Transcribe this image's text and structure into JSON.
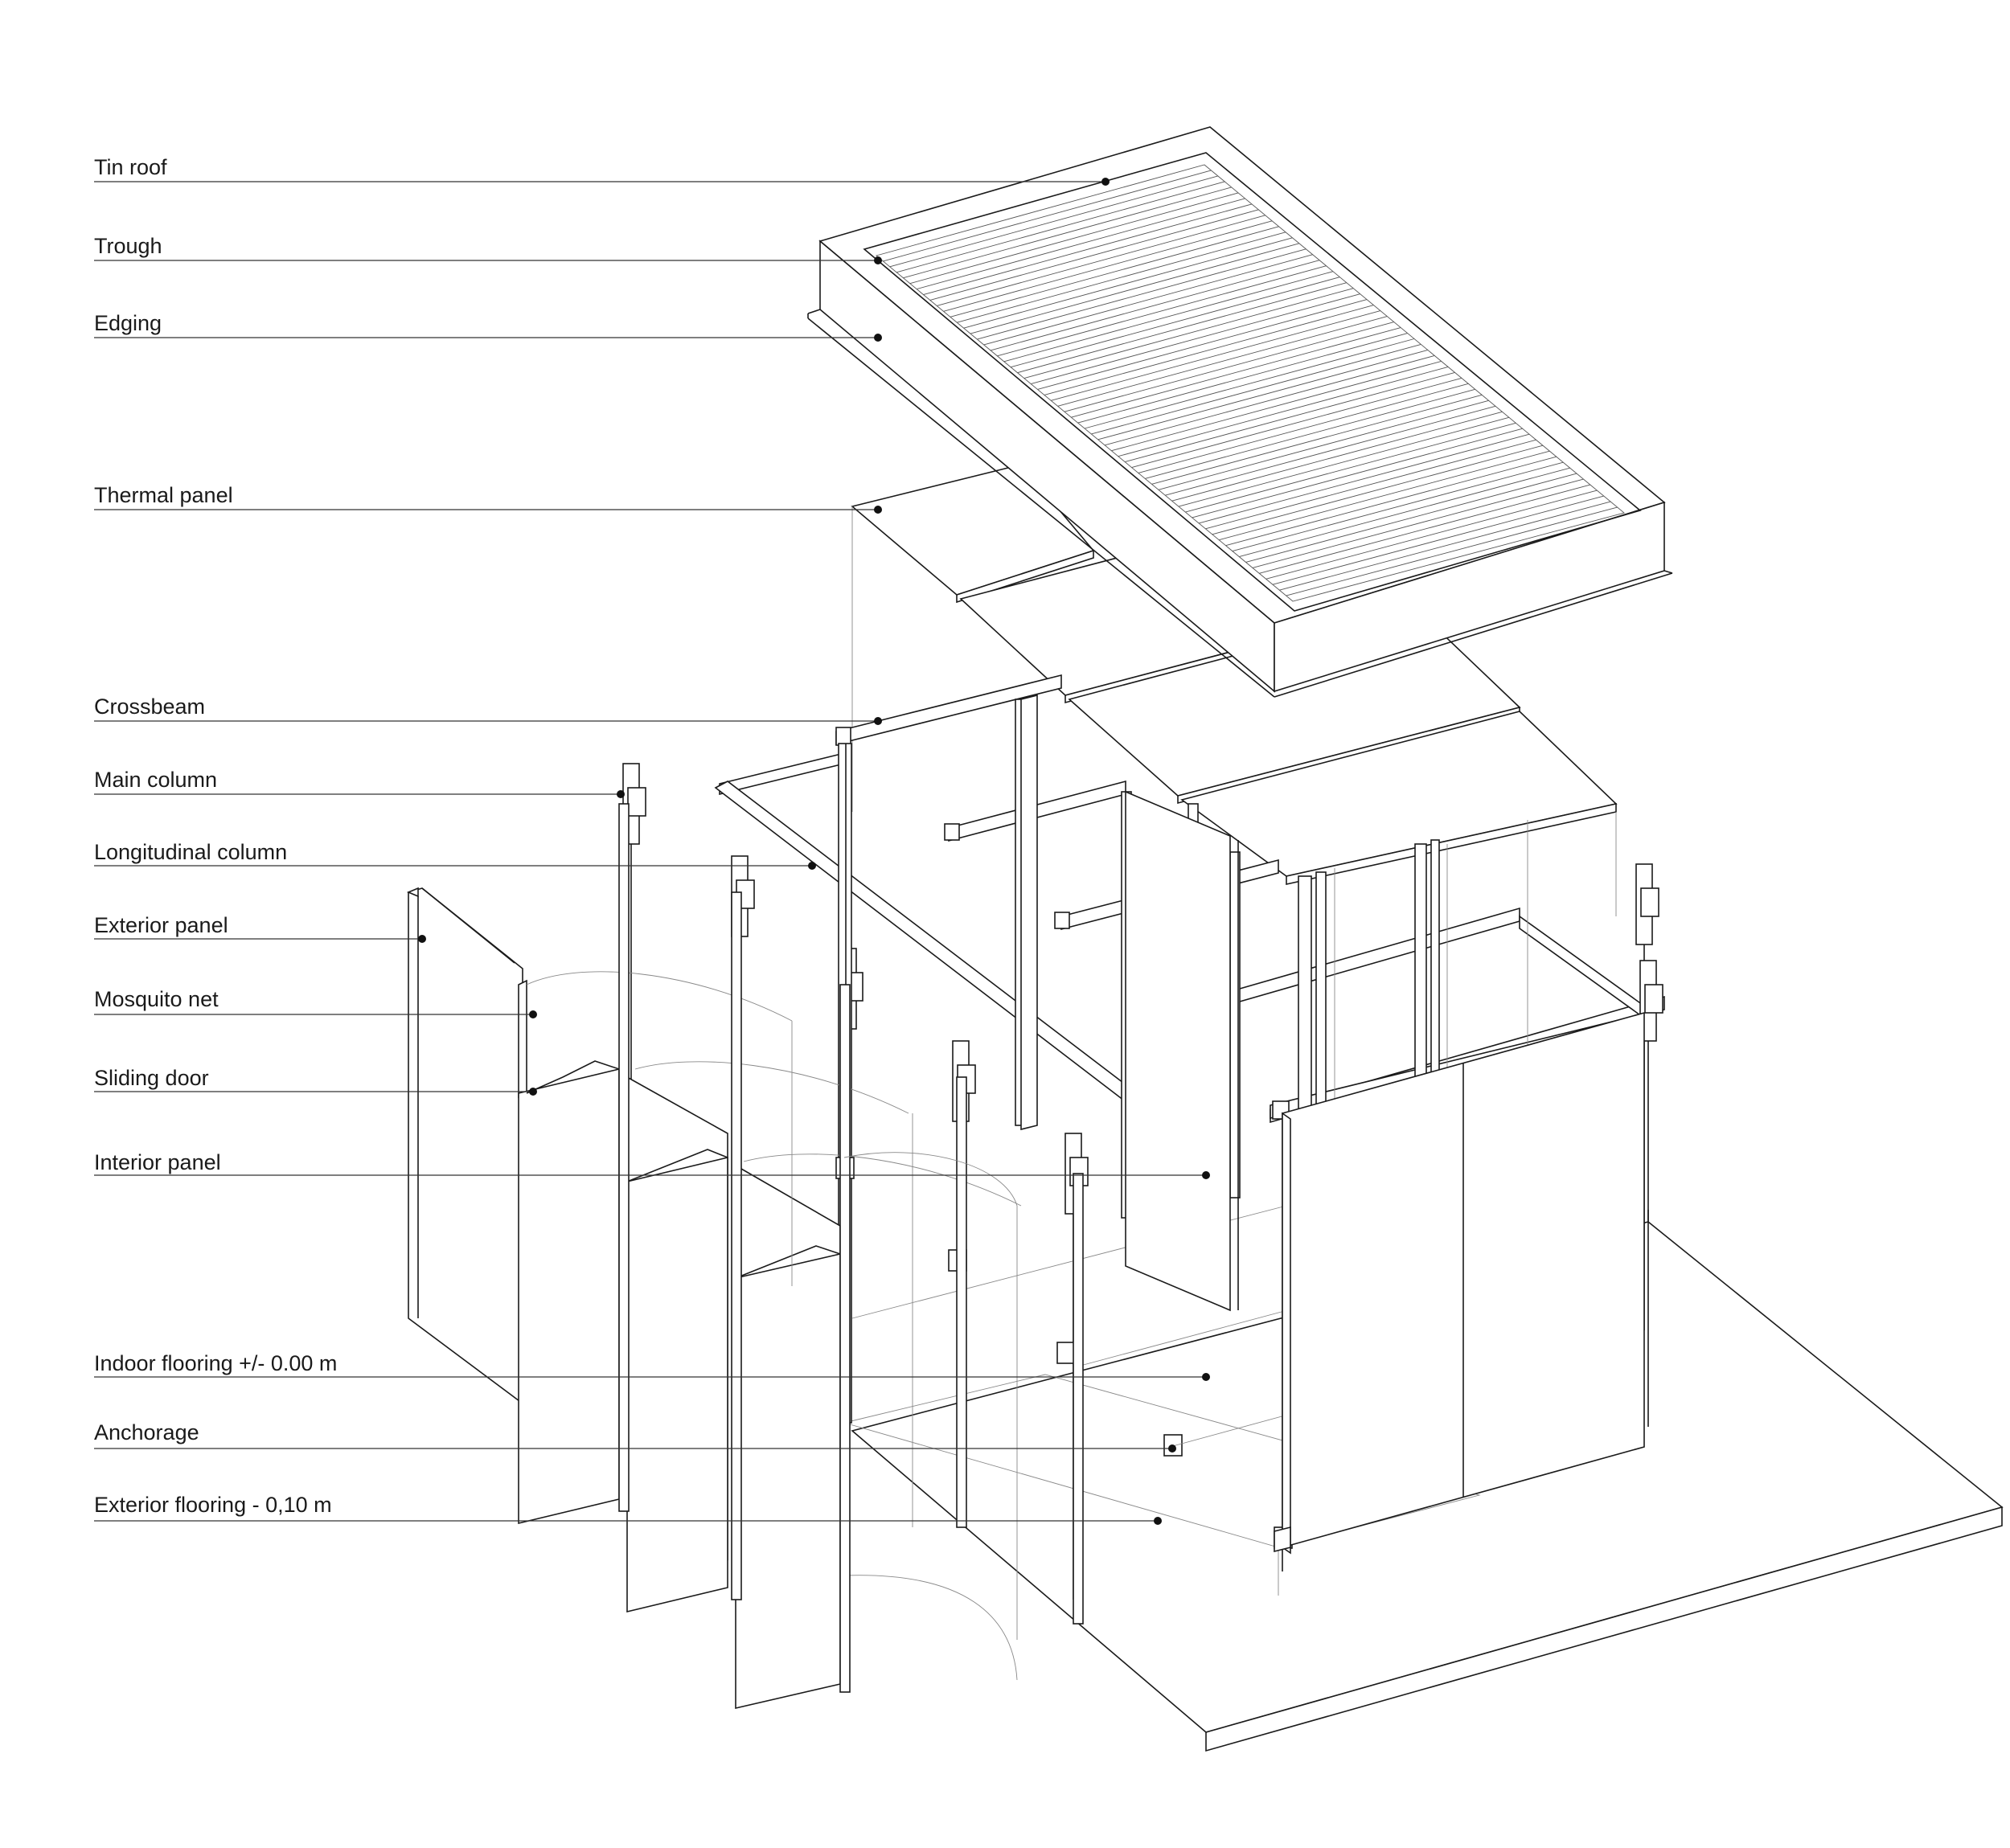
{
  "labels": {
    "tin_roof": "Tin roof",
    "trough": "Trough",
    "edging": "Edging",
    "thermal_panel": "Thermal panel",
    "crossbeam": "Crossbeam",
    "main_column": "Main column",
    "longitudinal_column": "Longitudinal column",
    "exterior_panel": "Exterior panel",
    "mosquito_net": "Mosquito net",
    "sliding_door": "Sliding door",
    "interior_panel": "Interior panel",
    "indoor_flooring": "Indoor flooring +/- 0.00 m",
    "anchorage": "Anchorage",
    "exterior_flooring": "Exterior flooring - 0,10 m"
  },
  "colors": {
    "line": "#1a1a1a",
    "background": "#ffffff"
  }
}
